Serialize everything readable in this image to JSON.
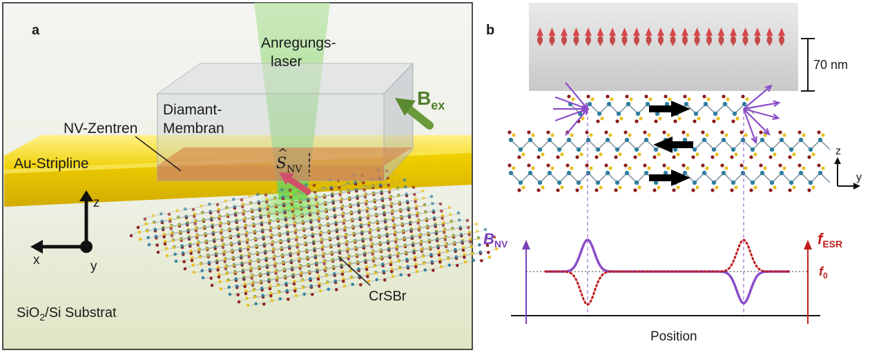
{
  "panel_a": {
    "letter": "a",
    "laser_label_1": "Anregungs-",
    "laser_label_2": "laser",
    "membrane_label_1": "Diamant-",
    "membrane_label_2": "Membran",
    "nv_label": "NV-Zentren",
    "stripline_label": "Au-Stripline",
    "bex_label": "B",
    "bex_sub": "ex",
    "spin_label": "S",
    "spin_hat": "^",
    "spin_sub": "NV",
    "axis_z": "z",
    "axis_x": "x",
    "axis_y": "y",
    "substrate_label_pre": "SiO",
    "substrate_label_sub": "2",
    "substrate_label_post": "/Si Substrat",
    "flake_label": "CrSBr",
    "colors": {
      "stripline": "#f2d000",
      "substrate": "#e3e8cc",
      "laser": "#88d068",
      "nv_layer": "#c8643c",
      "bex_arrow": "#5a8a30",
      "chromium": "#2e7ea0",
      "sulfur": "#e8c020",
      "bromine": "#8b1a1a"
    }
  },
  "panel_b": {
    "letter": "b",
    "thickness_label": "70 nm",
    "axis_z": "z",
    "axis_y": "y",
    "bnv_label": "B",
    "bnv_sub": "NV",
    "fesr_label": "f",
    "fesr_sub": "ESR",
    "f0_label": "f",
    "f0_sub": "0",
    "x_label": "Position",
    "colors": {
      "bnv": "#7a3fb8",
      "fesr": "#c01c1c",
      "membrane": "#d4d4d4",
      "spin_arrow": "#d84848",
      "stray_field": "#8a4cc8",
      "magnetization_arrow": "#000000"
    }
  }
}
